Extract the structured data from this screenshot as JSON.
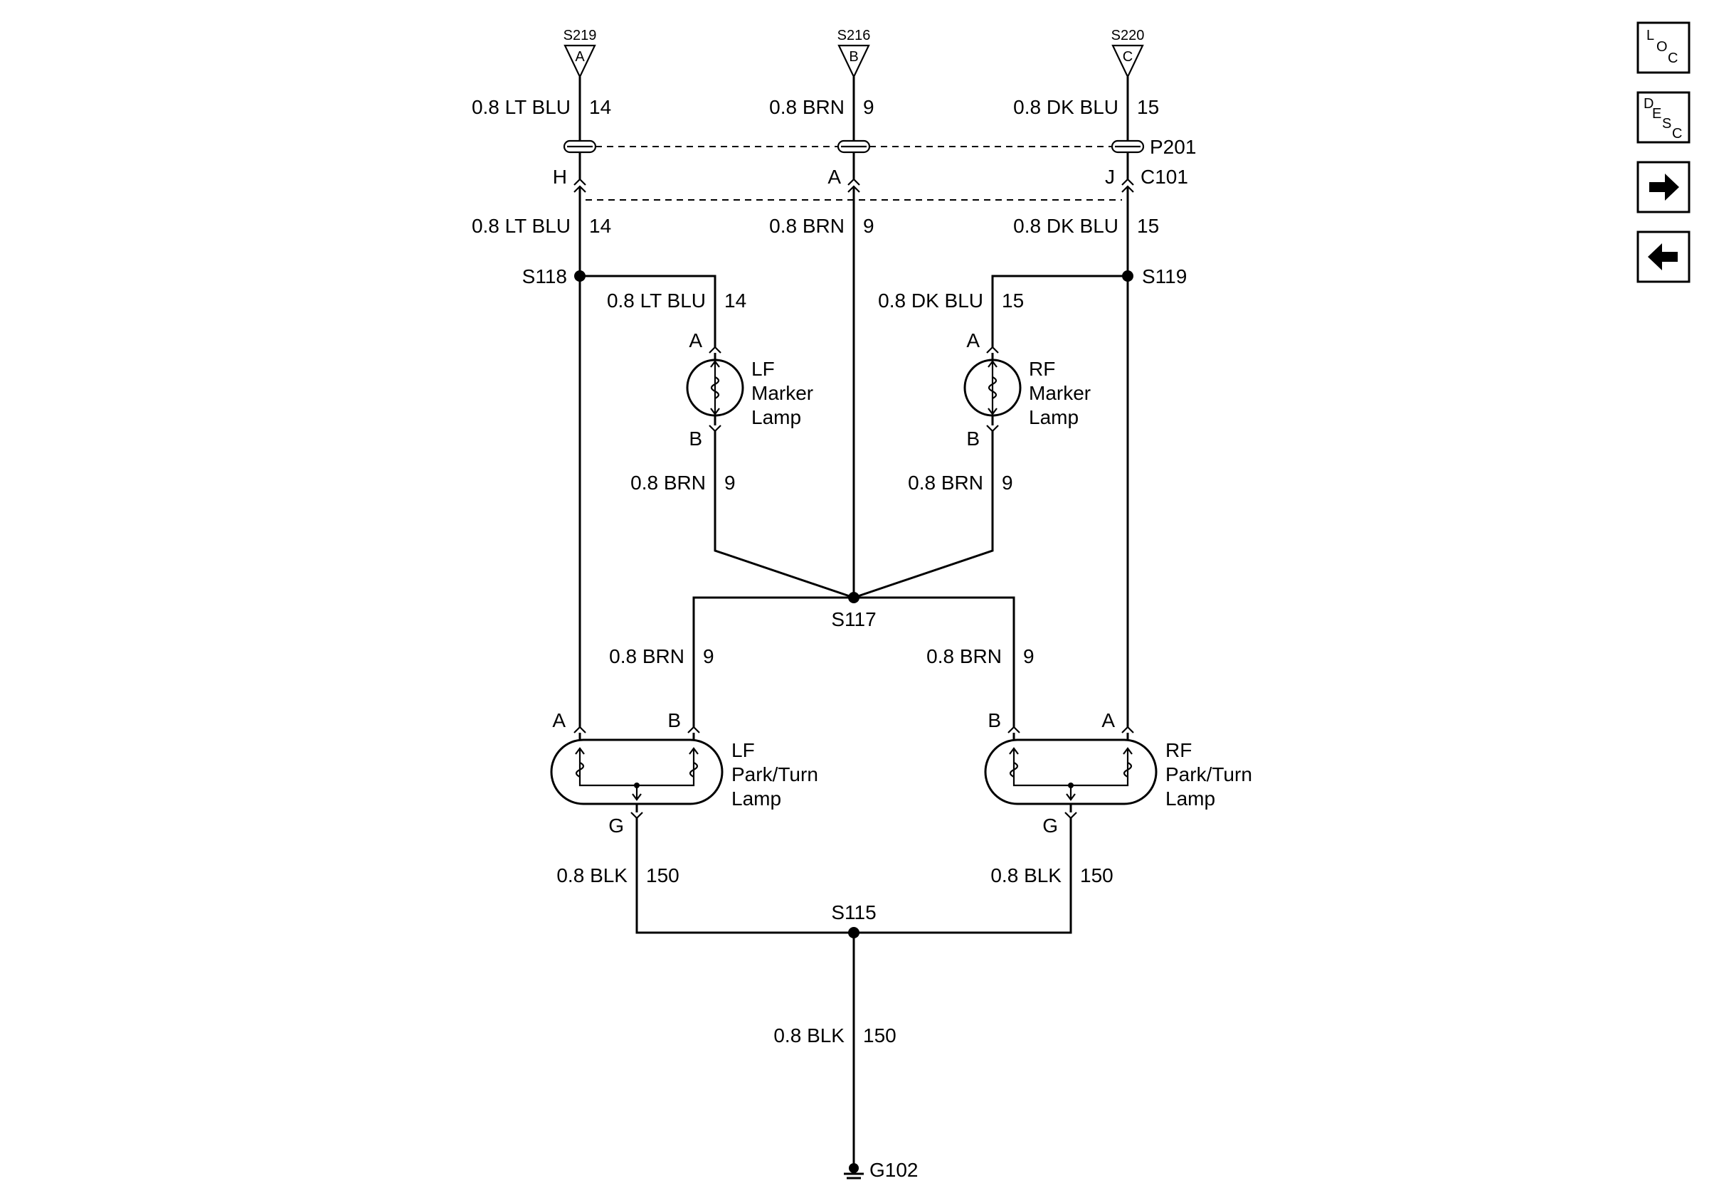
{
  "supplies": [
    {
      "splice": "S219",
      "letter": "A"
    },
    {
      "splice": "S216",
      "letter": "B"
    },
    {
      "splice": "S220",
      "letter": "C"
    }
  ],
  "wires": {
    "lt_blu_14": {
      "label": "0.8 LT BLU",
      "circuit": "14"
    },
    "brn_9": {
      "label": "0.8 BRN",
      "circuit": "9"
    },
    "dk_blu_15": {
      "label": "0.8 DK BLU",
      "circuit": "15"
    },
    "blk_150": {
      "label": "0.8 BLK",
      "circuit": "150"
    }
  },
  "connectors": {
    "p201": "P201",
    "c101": "C101",
    "pins": {
      "left": "H",
      "center": "A",
      "right": "J"
    }
  },
  "splices": {
    "s118": "S118",
    "s119": "S119",
    "s117": "S117",
    "s115": "S115"
  },
  "ground": "G102",
  "components": {
    "lf_marker": {
      "line1": "LF",
      "line2": "Marker",
      "line3": "Lamp",
      "pin_top": "A",
      "pin_bottom": "B"
    },
    "rf_marker": {
      "line1": "RF",
      "line2": "Marker",
      "line3": "Lamp",
      "pin_top": "A",
      "pin_bottom": "B"
    },
    "lf_park": {
      "line1": "LF",
      "line2": "Park/Turn",
      "line3": "Lamp",
      "pin_a": "A",
      "pin_b": "B",
      "pin_g": "G"
    },
    "rf_park": {
      "line1": "RF",
      "line2": "Park/Turn",
      "line3": "Lamp",
      "pin_a": "A",
      "pin_b": "B",
      "pin_g": "G"
    }
  },
  "nav": {
    "loc": {
      "l": "L",
      "o": "O",
      "c": "C"
    },
    "desc": {
      "d": "D",
      "e": "E",
      "s": "S",
      "c": "C"
    },
    "next_icon": "arrow-right-icon",
    "prev_icon": "arrow-left-icon"
  }
}
